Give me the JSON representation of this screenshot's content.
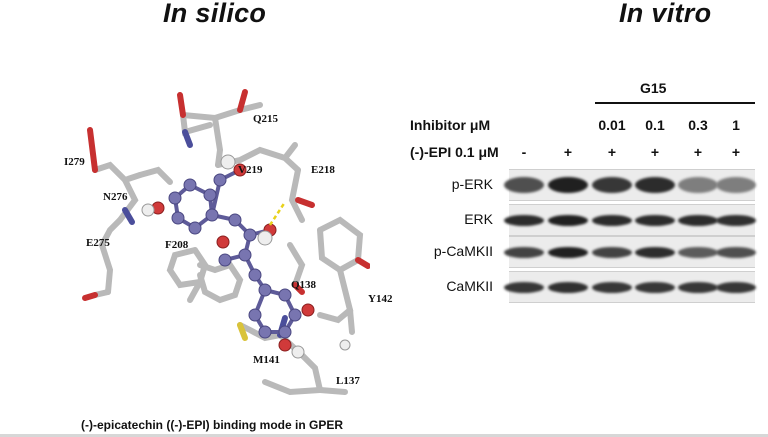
{
  "left_panel": {
    "title": "In silico",
    "caption": "(-)-epicatechin ((-)-EPI) binding mode in GPER",
    "residues": [
      {
        "id": "Q215",
        "label": "Q215"
      },
      {
        "id": "I279",
        "label": "I279"
      },
      {
        "id": "V219",
        "label": "V219"
      },
      {
        "id": "E218",
        "label": "E218"
      },
      {
        "id": "N276",
        "label": "N276"
      },
      {
        "id": "E275",
        "label": "E275"
      },
      {
        "id": "F208",
        "label": "F208"
      },
      {
        "id": "Q138",
        "label": "Q138"
      },
      {
        "id": "Y142",
        "label": "Y142"
      },
      {
        "id": "M141",
        "label": "M141"
      },
      {
        "id": "L137",
        "label": "L137"
      }
    ],
    "colors": {
      "ligand": "#6e6ba6",
      "oxygen": "#c73030",
      "nitrogen": "#4b4e9b",
      "carbon": "#c9c9c9",
      "sulfur": "#d9c33a",
      "hbond": "#e8d21a"
    }
  },
  "right_panel": {
    "title": "In vitro",
    "group_label": "G15",
    "inhibitor_label": "Inhibitor μM",
    "inhibitor_values": [
      "",
      "",
      "0.01",
      "0.1",
      "0.3",
      "1"
    ],
    "epi_label": "(-)-EPI 0.1 μM",
    "epi_values": [
      "-",
      "+",
      "+",
      "+",
      "+",
      "+"
    ],
    "blots": [
      {
        "label": "p-ERK",
        "intensity": [
          0.75,
          0.95,
          0.85,
          0.9,
          0.55,
          0.55
        ]
      },
      {
        "label": "ERK",
        "intensity": [
          0.9,
          0.95,
          0.9,
          0.9,
          0.9,
          0.88
        ]
      },
      {
        "label": "p-CaMKII",
        "intensity": [
          0.8,
          0.95,
          0.8,
          0.9,
          0.7,
          0.75
        ]
      },
      {
        "label": "CaMKII",
        "intensity": [
          0.85,
          0.88,
          0.85,
          0.85,
          0.85,
          0.85
        ]
      }
    ]
  }
}
